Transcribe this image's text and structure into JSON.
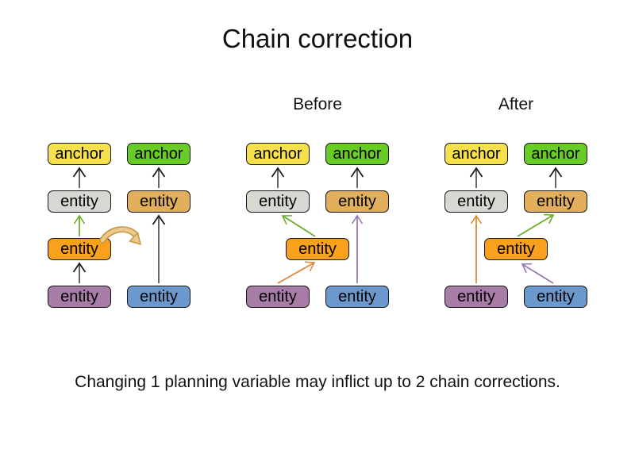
{
  "title": "Chain correction",
  "caption": "Changing 1 planning variable may inflict up to 2 chain corrections.",
  "groups": {
    "initial": {
      "label": "",
      "boxes": [
        {
          "id": "anchor-left",
          "label": "anchor",
          "color": "#F6E04C"
        },
        {
          "id": "anchor-right",
          "label": "anchor",
          "color": "#69CB25"
        },
        {
          "id": "entity-gray",
          "label": "entity",
          "color": "#D8D8D2"
        },
        {
          "id": "entity-tan",
          "label": "entity",
          "color": "#E1AE5B"
        },
        {
          "id": "entity-orange",
          "label": "entity",
          "color": "#F9A11D"
        },
        {
          "id": "entity-purple",
          "label": "entity",
          "color": "#A77CA7"
        },
        {
          "id": "entity-blue",
          "label": "entity",
          "color": "#6C99CD"
        }
      ]
    },
    "before": {
      "label": "Before",
      "boxes": [
        {
          "id": "anchor-left",
          "label": "anchor",
          "color": "#F6E04C"
        },
        {
          "id": "anchor-right",
          "label": "anchor",
          "color": "#69CB25"
        },
        {
          "id": "entity-gray",
          "label": "entity",
          "color": "#D8D8D2"
        },
        {
          "id": "entity-tan",
          "label": "entity",
          "color": "#E1AE5B"
        },
        {
          "id": "entity-orange",
          "label": "entity",
          "color": "#F9A11D"
        },
        {
          "id": "entity-purple",
          "label": "entity",
          "color": "#A77CA7"
        },
        {
          "id": "entity-blue",
          "label": "entity",
          "color": "#6C99CD"
        }
      ]
    },
    "after": {
      "label": "After",
      "boxes": [
        {
          "id": "anchor-left",
          "label": "anchor",
          "color": "#F6E04C"
        },
        {
          "id": "anchor-right",
          "label": "anchor",
          "color": "#69CB25"
        },
        {
          "id": "entity-gray",
          "label": "entity",
          "color": "#D8D8D2"
        },
        {
          "id": "entity-tan",
          "label": "entity",
          "color": "#E1AE5B"
        },
        {
          "id": "entity-orange",
          "label": "entity",
          "color": "#F9A11D"
        },
        {
          "id": "entity-purple",
          "label": "entity",
          "color": "#A77CA7"
        },
        {
          "id": "entity-blue",
          "label": "entity",
          "color": "#6C99CD"
        }
      ]
    }
  },
  "colors": {
    "chain_line": "#666666",
    "chain_arrowhead": "#1c1c1c",
    "changed_arrow_green": "#6AAE28",
    "changed_arrow_orange": "#E2873B",
    "changed_arrow_purple": "#9678B4",
    "move_arrow_fill": "#ECC98C",
    "move_arrow_outline": "#C79A4B",
    "background": "#FFFFFF",
    "text": "#111111"
  }
}
